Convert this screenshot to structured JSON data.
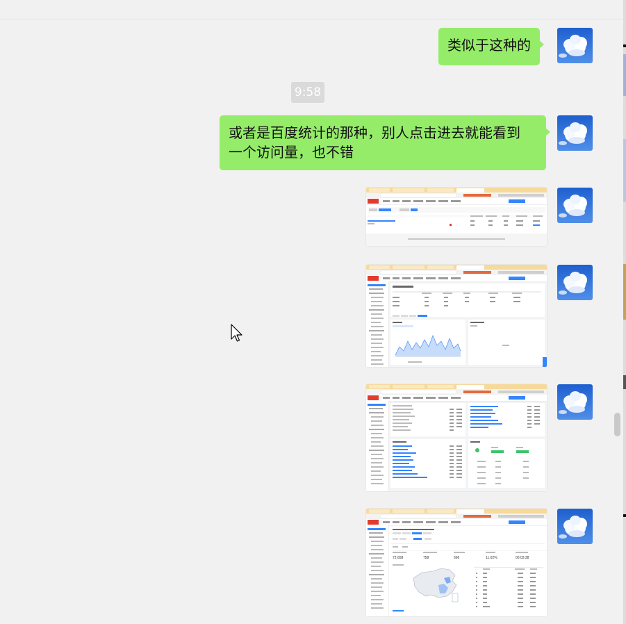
{
  "messages": [
    {
      "type": "text",
      "sender": "self",
      "text": "类似于这种的"
    },
    {
      "type": "time",
      "text": "9:58"
    },
    {
      "type": "text",
      "sender": "self",
      "lines": [
        "或者是百度统计的那种，别人点击进去就能看到",
        "一个访问量，也不错"
      ]
    },
    {
      "type": "image",
      "sender": "self",
      "content": "baidu-tongji-site-list-screenshot"
    },
    {
      "type": "image",
      "sender": "self",
      "content": "baidu-tongji-trend-chart-screenshot"
    },
    {
      "type": "image",
      "sender": "self",
      "content": "baidu-tongji-source-tables-screenshot"
    },
    {
      "type": "image",
      "sender": "self",
      "content": "baidu-tongji-region-map-screenshot"
    }
  ],
  "screenshots": {
    "region_stats": [
      "72,658",
      "758",
      "666",
      "11.02%",
      "00:03:38"
    ]
  },
  "colors": {
    "bubble": "#95ec69",
    "background": "#f1f1f1",
    "timestamp_bg": "#dadada",
    "link_blue": "#3385ff",
    "avatar_sky": "#2f6fd6"
  },
  "icons": [
    "avatar-sky-cloud",
    "mouse-cursor-icon"
  ]
}
